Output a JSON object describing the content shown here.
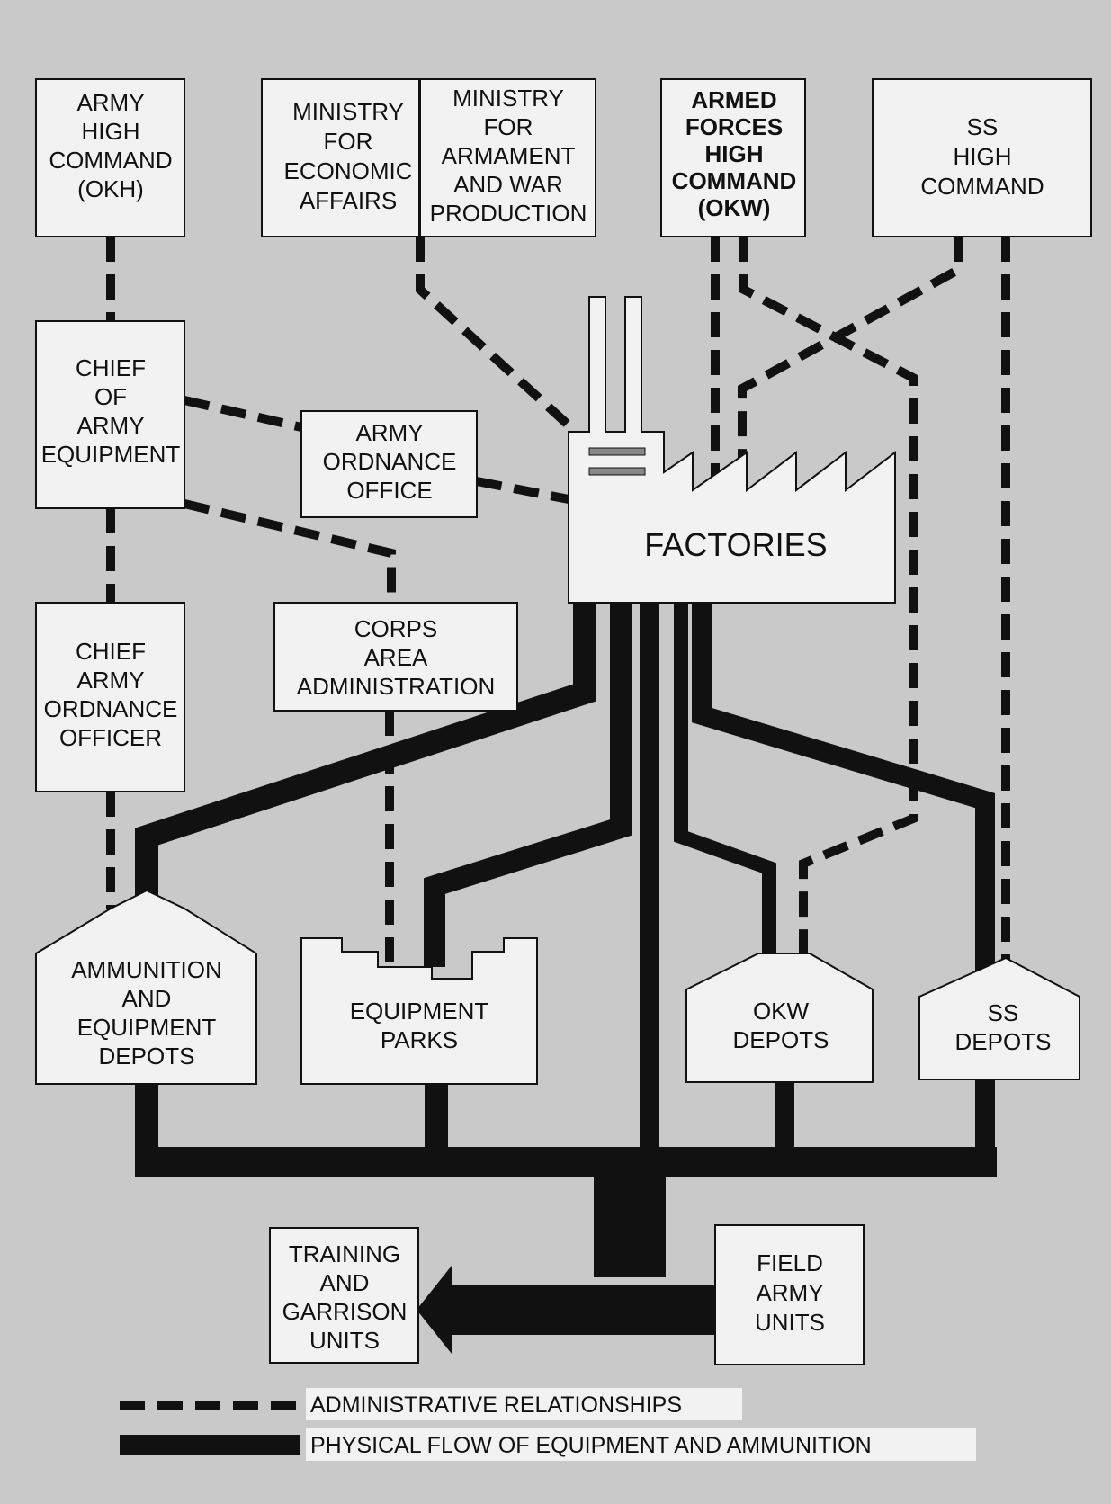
{
  "boxes": {
    "okh": [
      "ARMY",
      "HIGH",
      "COMMAND",
      "(OKH)"
    ],
    "economic": [
      "MINISTRY",
      "FOR",
      "ECONOMIC",
      "AFFAIRS"
    ],
    "armament": [
      "MINISTRY",
      "FOR",
      "ARMAMENT",
      "AND WAR",
      "PRODUCTION"
    ],
    "okw": [
      "ARMED",
      "FORCES",
      "HIGH",
      "COMMAND",
      "(OKW)"
    ],
    "ss_high": [
      "SS",
      "HIGH",
      "COMMAND"
    ],
    "chief_equipment": [
      "CHIEF",
      "OF",
      "ARMY",
      "EQUIPMENT"
    ],
    "ordnance_office": [
      "ARMY",
      "ORDNANCE",
      "OFFICE"
    ],
    "factories": [
      "FACTORIES"
    ],
    "chief_ordnance": [
      "CHIEF",
      "ARMY",
      "ORDNANCE",
      "OFFICER"
    ],
    "corps_area": [
      "CORPS",
      "AREA",
      "ADMINISTRATION"
    ],
    "ammo_depots": [
      "AMMUNITION",
      "AND",
      "EQUIPMENT",
      "DEPOTS"
    ],
    "equipment_parks": [
      "EQUIPMENT",
      "PARKS"
    ],
    "okw_depots": [
      "OKW",
      "DEPOTS"
    ],
    "ss_depots": [
      "SS",
      "DEPOTS"
    ],
    "training": [
      "TRAINING",
      "AND",
      "GARRISON",
      "UNITS"
    ],
    "field_army": [
      "FIELD",
      "ARMY",
      "UNITS"
    ]
  },
  "legend": {
    "administrative": "ADMINISTRATIVE RELATIONSHIPS",
    "physical": "PHYSICAL FLOW OF EQUIPMENT AND AMMUNITION"
  },
  "colors": {
    "background": "#c9c9c9",
    "box_fill": "#f2f2f2",
    "line": "#111111"
  }
}
